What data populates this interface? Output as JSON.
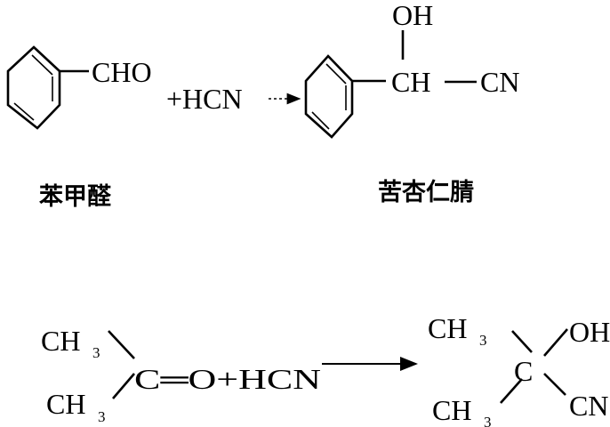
{
  "reaction1": {
    "reactant_group": "CHO",
    "reagent": "+HCN",
    "product_oh": "OH",
    "product_ch": "CH",
    "product_cn": "CN",
    "reactant_name": "苯甲醛",
    "product_name": "苦杏仁腈"
  },
  "reaction2": {
    "reactant_ch3_top": {
      "main": "CH",
      "sub": "3"
    },
    "reactant_ch3_bottom": {
      "main": "CH",
      "sub": "3"
    },
    "reactant_core": "C═O+HCN",
    "product_ch3_top": {
      "main": "CH",
      "sub": "3"
    },
    "product_ch3_bottom": {
      "main": "CH",
      "sub": "3"
    },
    "product_c": "C",
    "product_oh": "OH",
    "product_cn": "CN"
  }
}
